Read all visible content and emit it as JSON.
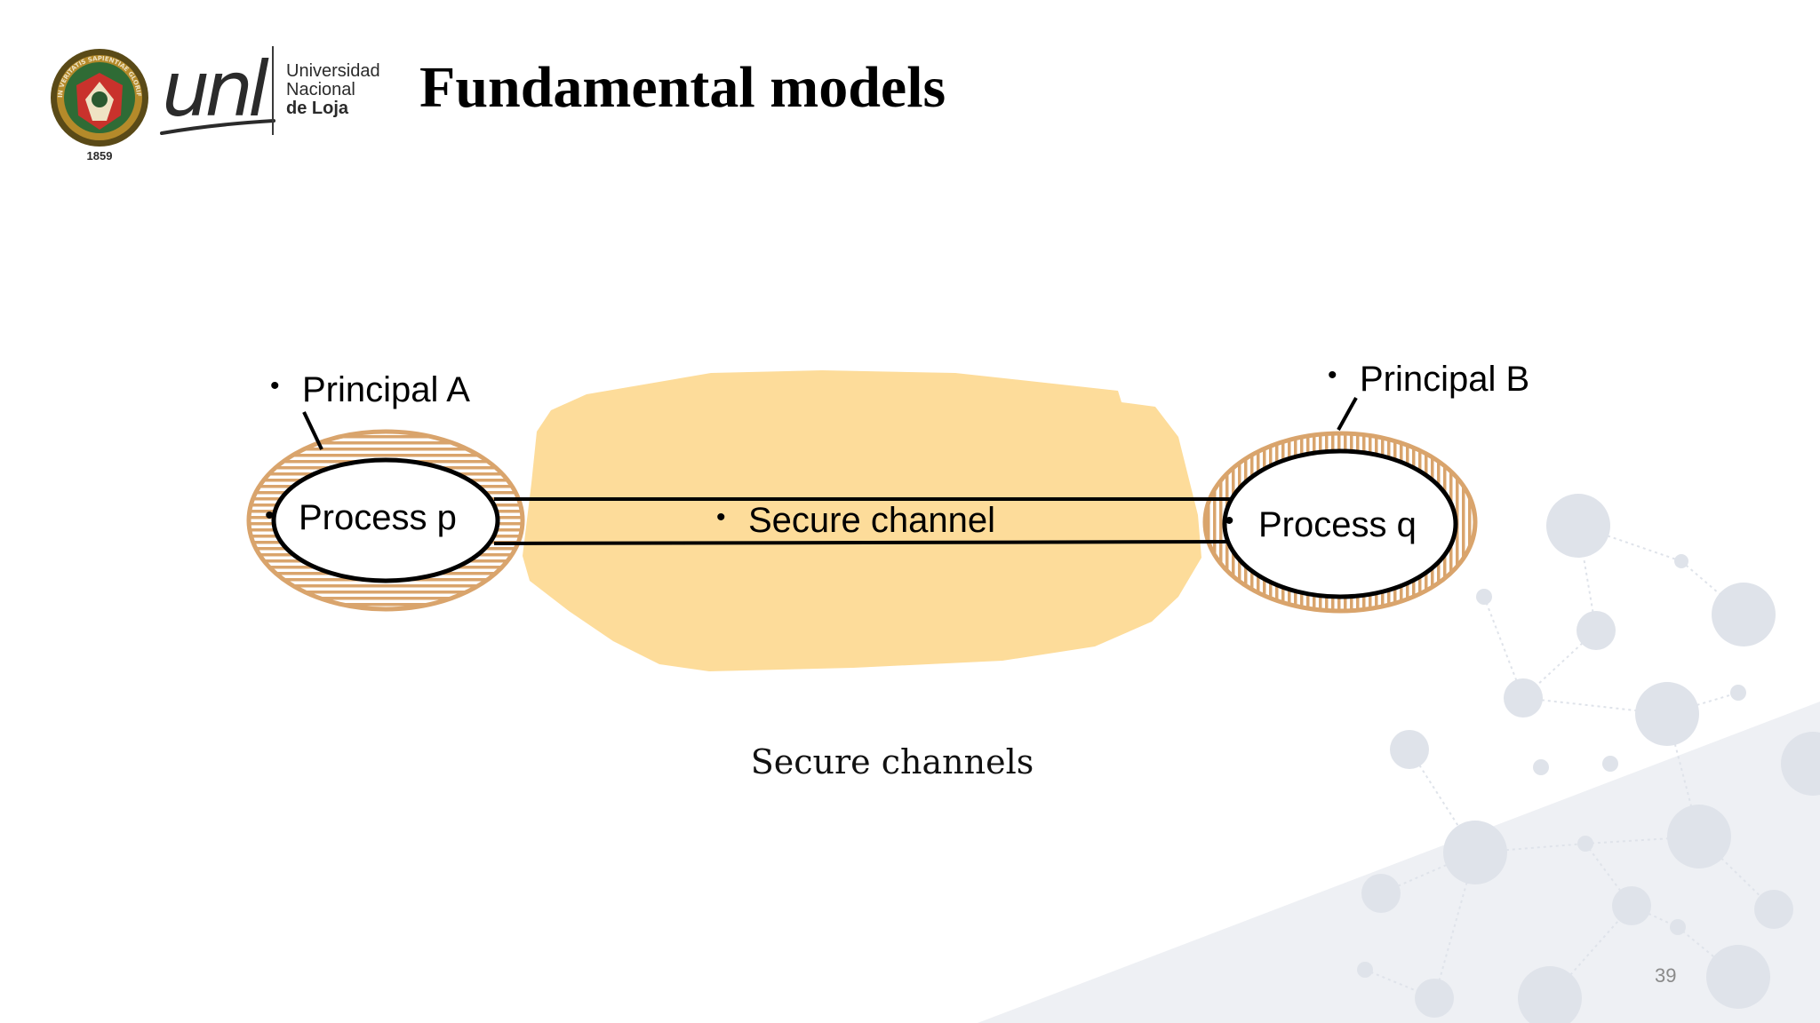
{
  "header": {
    "university_lines": [
      "Universidad",
      "Nacional",
      "de Loja"
    ],
    "logo_mark": "unl",
    "seal_year": "1859",
    "seal_motto": "IN VERITATIS SAPIENTIAE GLORIFICATIO VITAE",
    "title": "Fundamental models"
  },
  "diagram": {
    "principal_a": "Principal A",
    "principal_b": "Principal B",
    "process_p": "Process p",
    "process_q": "Process q",
    "channel": "Secure channel",
    "bullet": "•"
  },
  "caption": "Secure channels",
  "page_number": "39",
  "colors": {
    "channel_fill": "#fddc9a",
    "principal_ring": "#d9a46c",
    "network_bg": "#dfe3ea",
    "text": "#000000"
  },
  "icons": {
    "seal": "university-seal-icon",
    "wordmark": "unl-wordmark-icon"
  }
}
